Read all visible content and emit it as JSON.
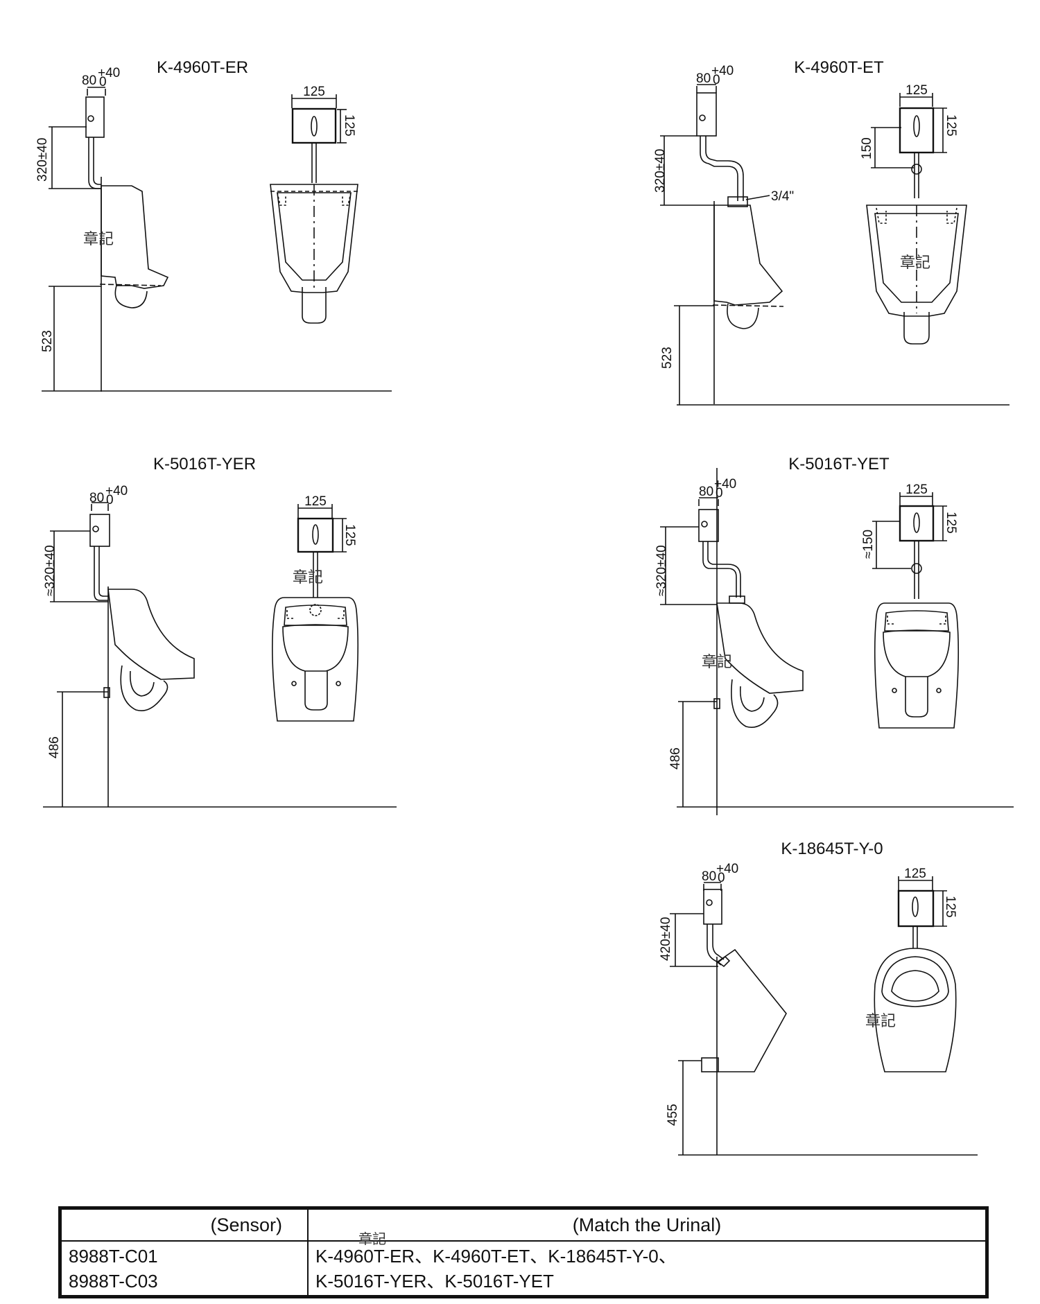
{
  "drawings": [
    {
      "title": "K-4960T-ER",
      "dims": {
        "top_width": "80",
        "tol_plus": "+40",
        "tol_zero": "0",
        "box_w": "125",
        "box_h": "125",
        "pipe": "320±40",
        "floor": "523"
      }
    },
    {
      "title": "K-4960T-ET",
      "dims": {
        "top_width": "80",
        "tol_plus": "+40",
        "tol_zero": "0",
        "box_w": "125",
        "box_h": "125",
        "pipe": "320±40",
        "floor": "523",
        "front": "150",
        "inlet": "3/4\""
      }
    },
    {
      "title": "K-5016T-YER",
      "dims": {
        "top_width": "80",
        "tol_plus": "+40",
        "tol_zero": "0",
        "box_w": "125",
        "box_h": "125",
        "pipe": "≈320±40",
        "floor": "486"
      }
    },
    {
      "title": "K-5016T-YET",
      "dims": {
        "top_width": "80",
        "tol_plus": "+40",
        "tol_zero": "0",
        "box_w": "125",
        "box_h": "125",
        "pipe": "≈320±40",
        "floor": "486",
        "front": "≈150"
      }
    },
    {
      "title": "K-18645T-Y-0",
      "dims": {
        "top_width": "80",
        "tol_plus": "+40",
        "tol_zero": "0",
        "box_w": "125",
        "box_h": "125",
        "pipe": "420±40",
        "floor": "455"
      }
    }
  ],
  "stamp": "章記",
  "table": {
    "header": {
      "sensor": "(Sensor)",
      "match": "(Match the Urinal)"
    },
    "row": {
      "sensors": [
        "8988T-C01",
        "8988T-C03"
      ],
      "urinals": [
        "K-4960T-ER、K-4960T-ET、K-18645T-Y-0、",
        "K-5016T-YER、K-5016T-YET"
      ]
    }
  }
}
